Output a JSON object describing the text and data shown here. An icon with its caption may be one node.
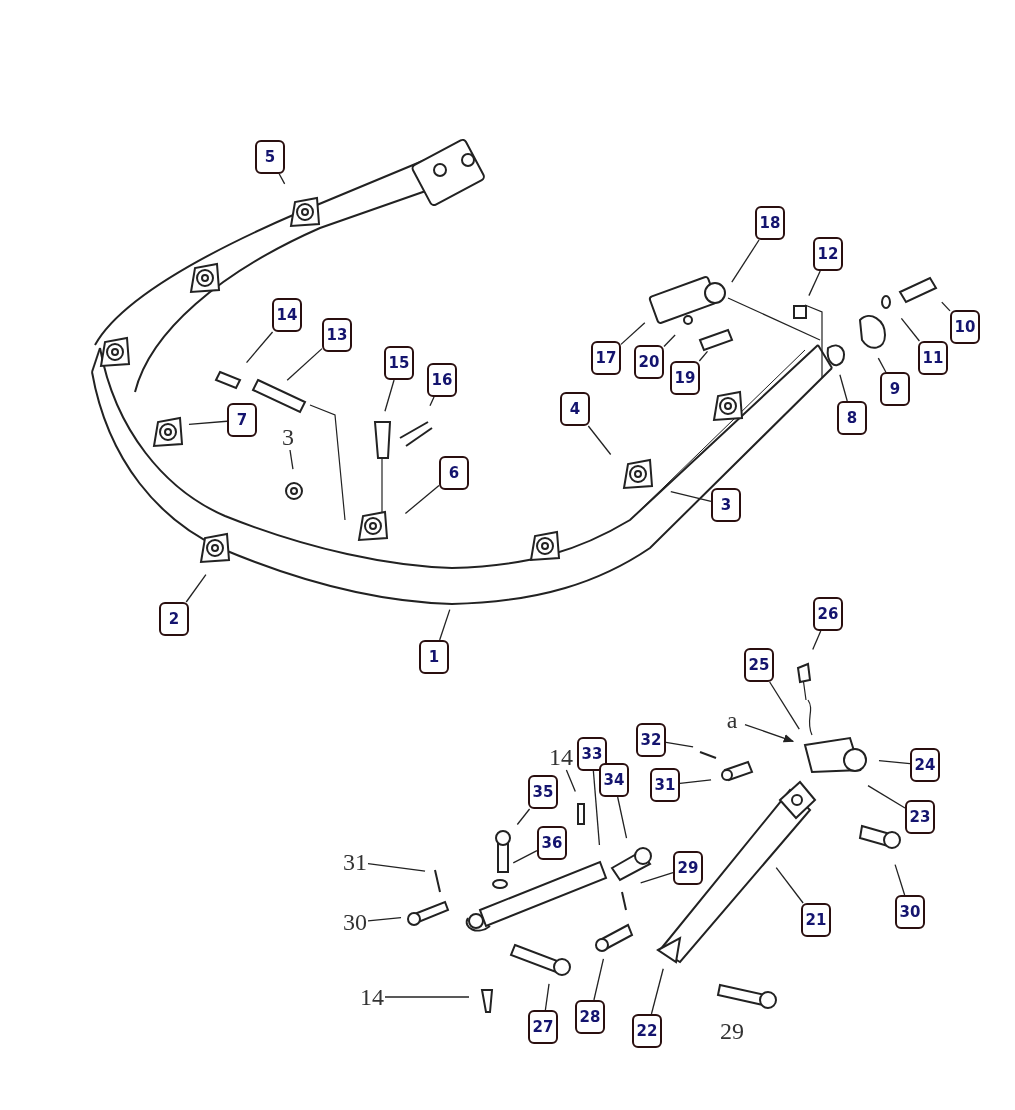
{
  "diagram": {
    "nodes": [
      {
        "text": [
          "5"
        ]
      },
      {
        "text": [
          "18"
        ]
      },
      {
        "text": [
          "12"
        ]
      },
      {
        "text": [
          "14"
        ]
      },
      {
        "text": [
          "13"
        ]
      },
      {
        "text": [
          "10"
        ]
      },
      {
        "text": [
          "15"
        ]
      },
      {
        "text": [
          "17"
        ]
      },
      {
        "text": [
          "20"
        ]
      },
      {
        "text": [
          "11"
        ]
      },
      {
        "text": [
          "16"
        ]
      },
      {
        "text": [
          "19"
        ]
      },
      {
        "text": [
          "9"
        ]
      },
      {
        "text": [
          "7"
        ]
      },
      {
        "text": [
          "4"
        ]
      },
      {
        "text": [
          "8"
        ]
      },
      {
        "text": [
          "3"
        ]
      },
      {
        "text": [
          "6"
        ]
      },
      {
        "text": [
          "3"
        ]
      },
      {
        "text": [
          "2"
        ]
      },
      {
        "text": [
          "1"
        ]
      },
      {
        "text": [
          "26"
        ]
      },
      {
        "text": [
          "25"
        ]
      },
      {
        "text": [
          "a"
        ]
      },
      {
        "text": [
          "32"
        ]
      },
      {
        "text": [
          "14"
        ]
      },
      {
        "text": [
          "33"
        ]
      },
      {
        "text": [
          "24"
        ]
      },
      {
        "text": [
          "31"
        ]
      },
      {
        "text": [
          "34"
        ]
      },
      {
        "text": [
          "35"
        ]
      },
      {
        "text": [
          "23"
        ]
      },
      {
        "text": [
          "36"
        ]
      },
      {
        "text": [
          "31"
        ]
      },
      {
        "text": [
          "29"
        ]
      },
      {
        "text": [
          "30"
        ]
      },
      {
        "text": [
          "21"
        ]
      },
      {
        "text": [
          "30"
        ]
      },
      {
        "text": [
          "14"
        ]
      },
      {
        "text": [
          "27"
        ]
      },
      {
        "text": [
          "28"
        ]
      },
      {
        "text": [
          "22"
        ]
      }
    ],
    "edges": [
      {
        "from": 0,
        "to": null,
        "arrow": "none"
      },
      {
        "from": 1,
        "to": null,
        "arrow": "none"
      },
      {
        "from": 2,
        "to": null,
        "arrow": "none"
      },
      {
        "from": 3,
        "to": null,
        "arrow": "none"
      },
      {
        "from": 4,
        "to": null,
        "arrow": "none"
      },
      {
        "from": 5,
        "to": null,
        "arrow": "none"
      },
      {
        "from": 6,
        "to": null,
        "arrow": "none"
      },
      {
        "from": 7,
        "to": null,
        "arrow": "none"
      },
      {
        "from": 8,
        "to": null,
        "arrow": "none"
      },
      {
        "from": 9,
        "to": null,
        "arrow": "none"
      },
      {
        "from": 10,
        "to": null,
        "arrow": "none"
      },
      {
        "from": 11,
        "to": null,
        "arrow": "none"
      },
      {
        "from": 12,
        "to": null,
        "arrow": "none"
      },
      {
        "from": 13,
        "to": null,
        "arrow": "none"
      },
      {
        "from": 14,
        "to": null,
        "arrow": "none"
      },
      {
        "from": 15,
        "to": null,
        "arrow": "none"
      },
      {
        "from": 16,
        "to": null,
        "arrow": "none"
      },
      {
        "from": 17,
        "to": null,
        "arrow": "none"
      },
      {
        "from": 18,
        "to": null,
        "arrow": "none"
      },
      {
        "from": 19,
        "to": null,
        "arrow": "none"
      },
      {
        "from": 20,
        "to": null,
        "arrow": "none"
      },
      {
        "from": 21,
        "to": null,
        "arrow": "none"
      },
      {
        "from": 22,
        "to": null,
        "arrow": "none"
      },
      {
        "from": 23,
        "to": null,
        "arrow": "to"
      },
      {
        "from": 24,
        "to": null,
        "arrow": "none"
      },
      {
        "from": 25,
        "to": null,
        "arrow": "none"
      },
      {
        "from": 26,
        "to": null,
        "arrow": "none"
      },
      {
        "from": 27,
        "to": null,
        "arrow": "none"
      },
      {
        "from": 28,
        "to": null,
        "arrow": "none"
      },
      {
        "from": 29,
        "to": null,
        "arrow": "none"
      },
      {
        "from": 30,
        "to": null,
        "arrow": "none"
      },
      {
        "from": 31,
        "to": null,
        "arrow": "none"
      },
      {
        "from": 32,
        "to": null,
        "arrow": "none"
      },
      {
        "from": 33,
        "to": null,
        "arrow": "none"
      },
      {
        "from": 34,
        "to": null,
        "arrow": "none"
      },
      {
        "from": 35,
        "to": null,
        "arrow": "none"
      },
      {
        "from": 36,
        "to": null,
        "arrow": "none"
      },
      {
        "from": 37,
        "to": null,
        "arrow": "none"
      },
      {
        "from": 38,
        "to": null,
        "arrow": "none"
      },
      {
        "from": 39,
        "to": null,
        "arrow": "none"
      },
      {
        "from": 40,
        "to": null,
        "arrow": "none"
      },
      {
        "from": 41,
        "to": null,
        "arrow": "none"
      }
    ],
    "labels": [
      "29"
    ]
  }
}
